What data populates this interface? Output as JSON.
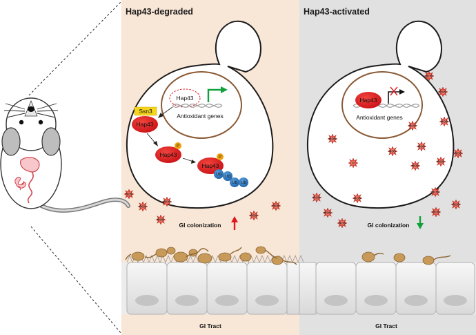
{
  "panels": {
    "left_title": "Hap43-degraded",
    "right_title": "Hap43-activated",
    "left_footer": "GI Tract",
    "right_footer": "GI Tract",
    "left_colonization": "GI colonization",
    "right_colonization": "GI colonization"
  },
  "labels": {
    "nucleus_left_protein": "Hap43",
    "antioxidant_left": "Antioxidant genes",
    "antioxidant_right": "Antioxidant genes",
    "ssn3": "Ssn3",
    "hap43_a": "Hap43",
    "hap43_b": "Hap43",
    "hap43_c": "Hap43",
    "hap43_right": "Hap43",
    "phospho": "P",
    "ub": "Ub",
    "ros": "ROS",
    "o_label": "O"
  },
  "colors": {
    "left_bg": "#f8e6d6",
    "right_bg": "#e1e1e1",
    "protein_red": "#e0181e",
    "ub_blue": "#2d7cc4",
    "phospho_orange": "#f0a20e",
    "ssn3_yellow": "#f6d51d",
    "nucleus_brown": "#8a5a35",
    "arrow_green": "#12a03c",
    "arrow_red": "#e0181e",
    "ros_red": "#d93c2c",
    "microbe_tan": "#c89a5a",
    "epithelium": "#ececec"
  },
  "icons": [
    "mouse-illustration",
    "dna-helix",
    "up-arrow",
    "down-arrow",
    "blocked-transcription-arrow"
  ]
}
